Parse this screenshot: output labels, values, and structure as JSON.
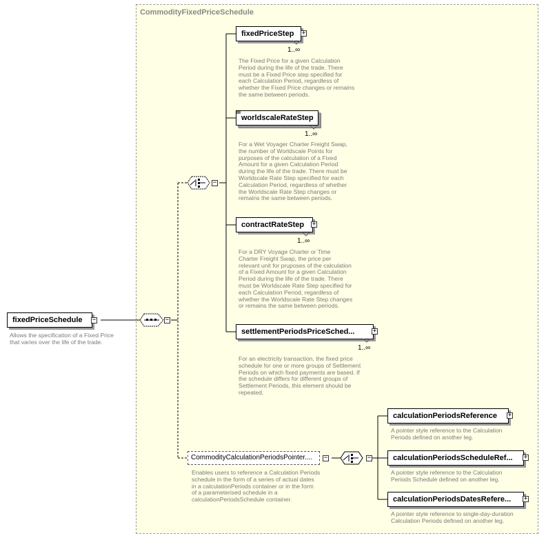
{
  "group": {
    "title": "CommodityFixedPriceSchedule"
  },
  "root": {
    "label": "fixedPriceSchedule",
    "doc": [
      "Allows the specification of a Fixed Price",
      "that varies over the life of the trade."
    ]
  },
  "choice_elements": [
    {
      "label": "fixedPriceStep",
      "cardinality": "1..∞",
      "doc": [
        "The Fixed Price for a given Calculation",
        "Period during the life of the trade. There",
        "must be a Fixed Price step specified for",
        "each Calculation Period, regardless of",
        "whether the Fixed Price changes or remains",
        "the same between periods."
      ]
    },
    {
      "label": "worldscaleRateStep",
      "cardinality": "1..∞",
      "doc": [
        "For a Wet Voyager Charter Freight Swap,",
        "the number of Worldscale Points for",
        "purposes of the calculation of a Fixed",
        "Amount for a given Calculation Period",
        "during the life of the trade. There must be",
        "Worldscale Rate Step specified for each",
        "Calculation Period, regardless of whether",
        "the Worldscale Rate Step changes or",
        "remains the same between periods."
      ]
    },
    {
      "label": "contractRateStep",
      "cardinality": "1..∞",
      "doc": [
        "For a DRY Voyage Charter or Time",
        "Charter Freight Swap, the price per",
        "relevant unit for pruposes of the calculation",
        "of a Fixed Amount for a given Calculation",
        "Period during the life of the trade. There",
        "must be Worldscale Rate Step specified for",
        "each Calculation Period, regardless of",
        "whether the Worldscale Rate Step changes",
        "or remains the same between periods."
      ]
    },
    {
      "label": "settlementPeriodsPriceSched...",
      "cardinality": "1..∞",
      "doc": [
        "For an electricity transaction, the fixed price",
        "schedule for one or more groups of Settlement",
        "Periods on which fixed payments are based. If",
        "the schedule differs for different groups of",
        "Settlement Periods, this element should be",
        "repeated."
      ]
    }
  ],
  "pointer_group": {
    "label": "CommodityCalculationPeriodsPointer....",
    "doc": [
      "Enables users to reference a Calculation Periods",
      "schedule in the form of a series of actual dates",
      "in a calculationPeriods container or in the form",
      "of a parameterised schedule in a",
      "calculationPeriodsSchedule container."
    ]
  },
  "pointer_elements": [
    {
      "label": "calculationPeriodsReference",
      "doc": [
        "A pointer style reference to the Calculation",
        "Periods defined on another leg."
      ]
    },
    {
      "label": "calculationPeriodsScheduleRef...",
      "doc": [
        "A pointer style reference to the Calculation",
        "Periods Schedule defined on another leg."
      ]
    },
    {
      "label": "calculationPeriodsDatesRefere...",
      "doc": [
        "A pointer style reference to single-day-duration",
        "Calculation Periods defined on another leg."
      ]
    }
  ],
  "colors": {
    "group_fill": "#ffffe6",
    "wire": "#000000",
    "doc_text": "#7a7a7a"
  }
}
